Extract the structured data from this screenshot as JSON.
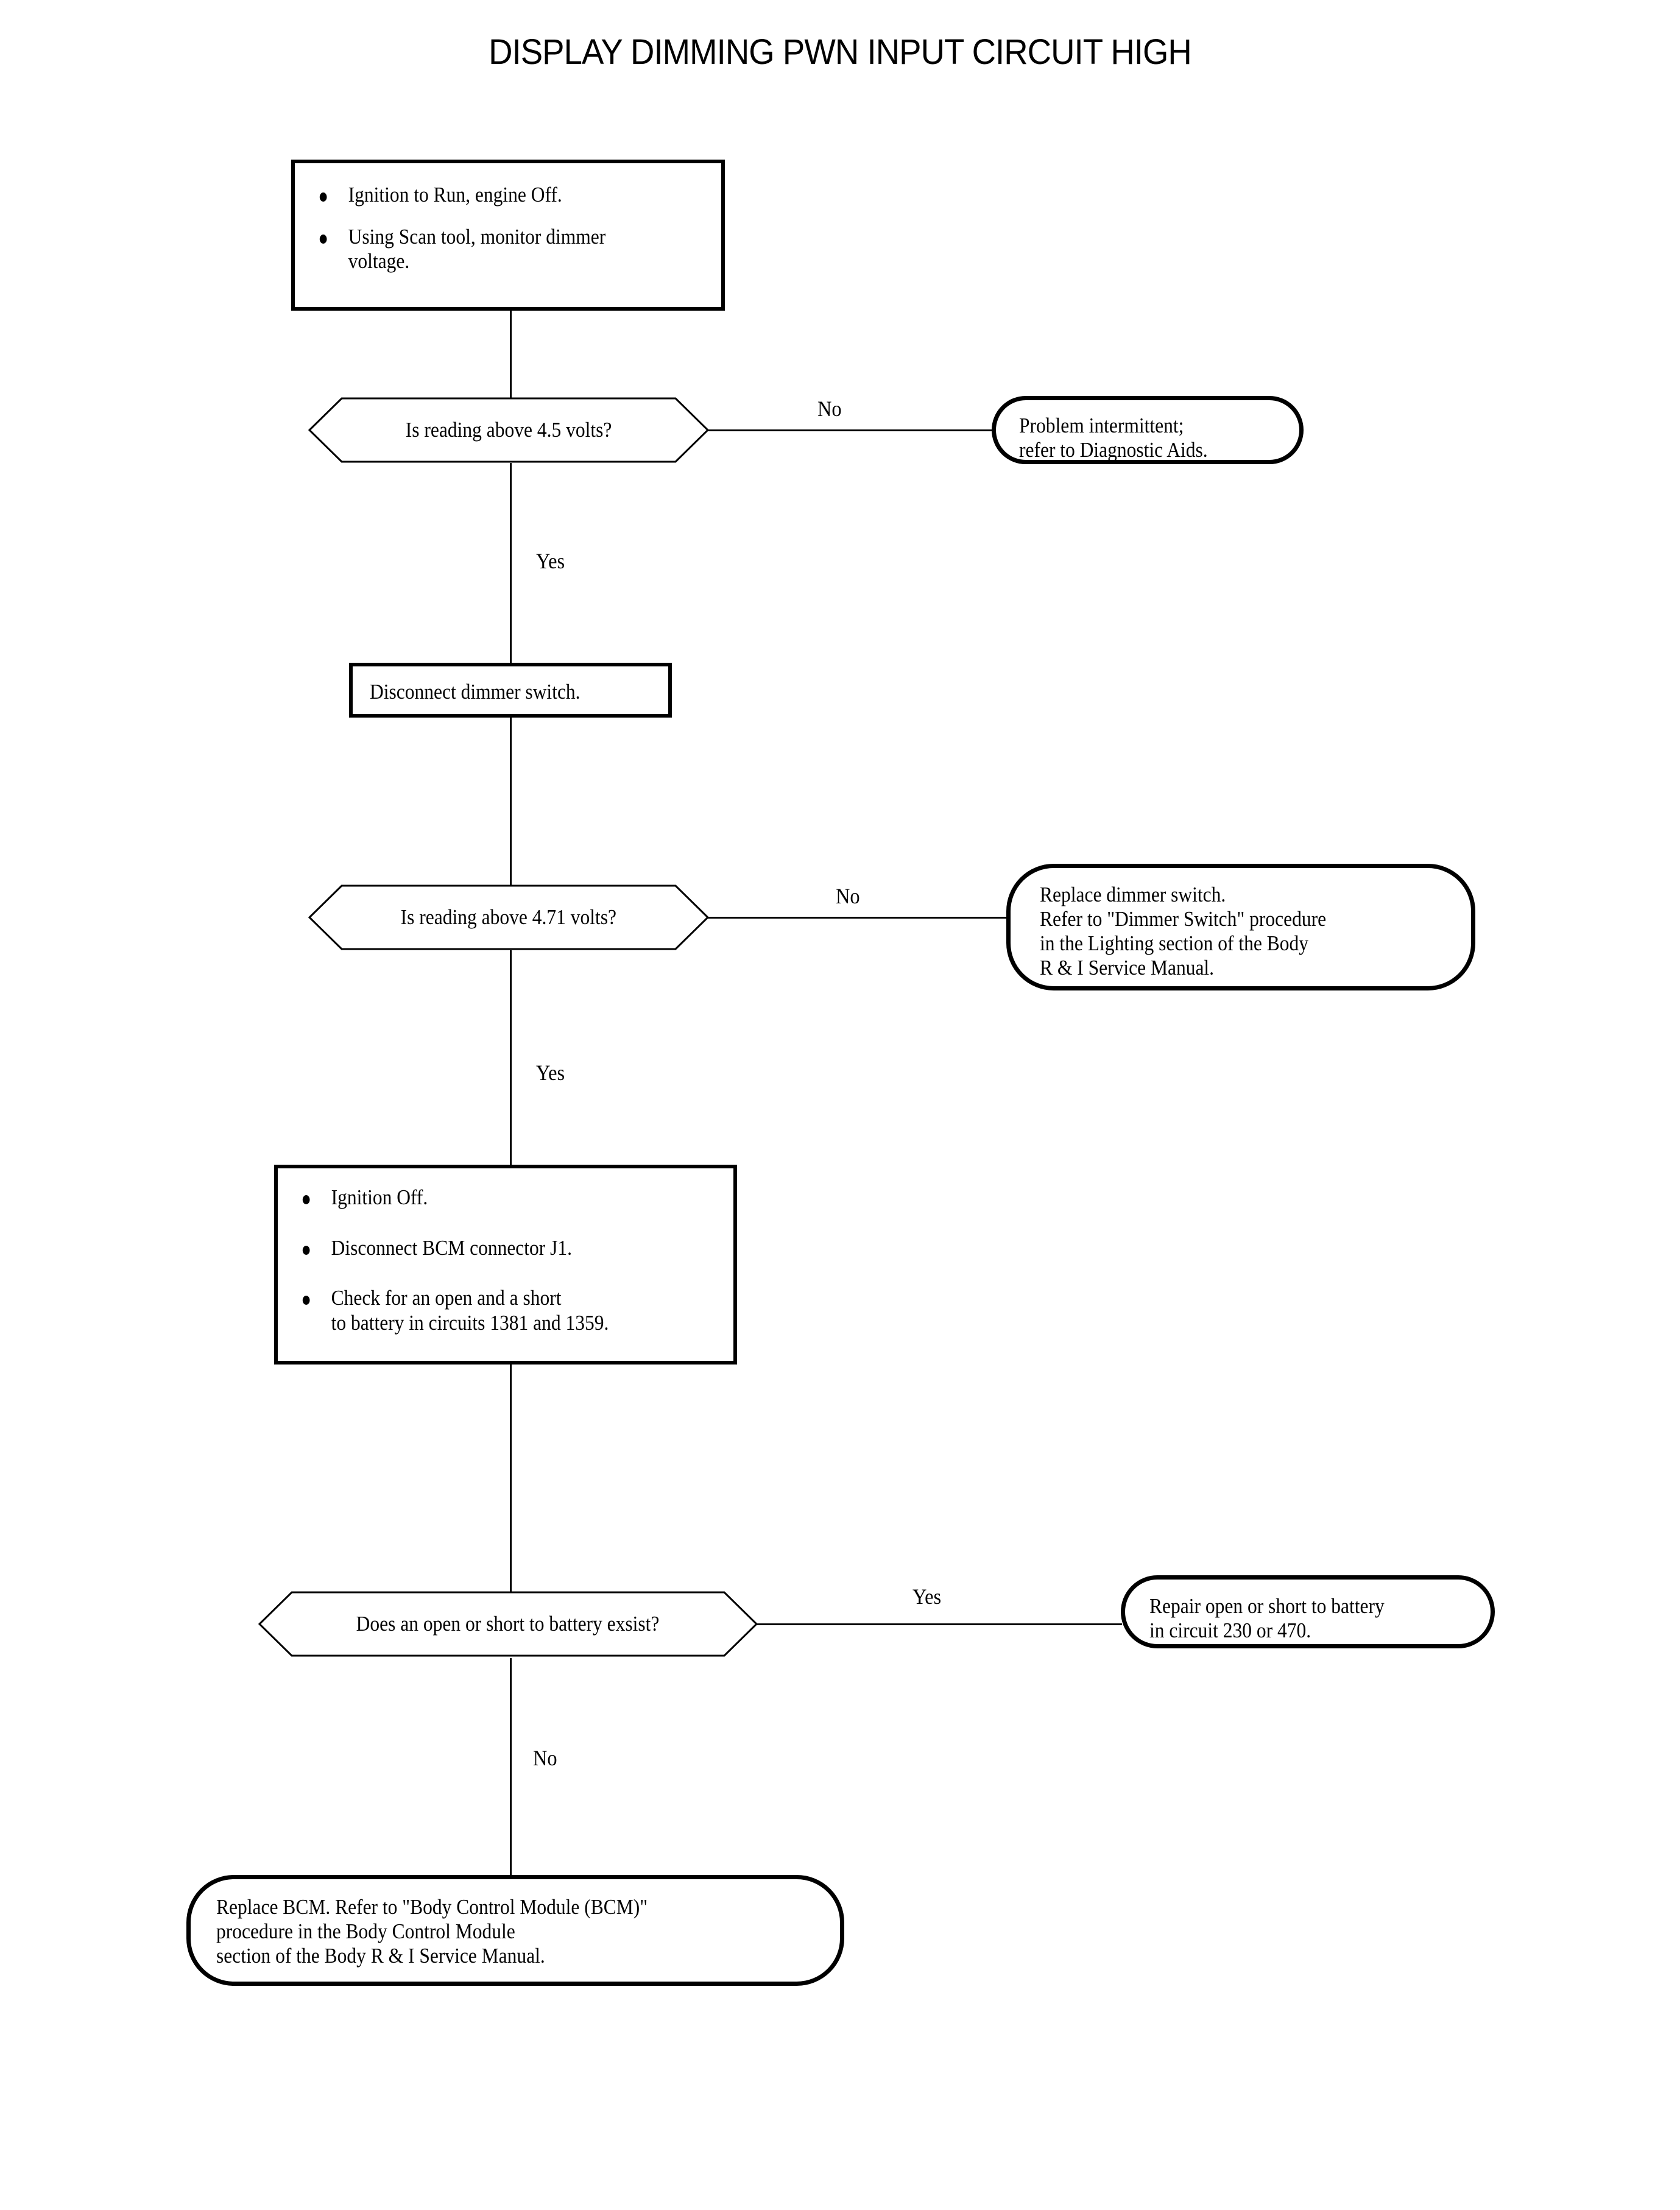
{
  "title": "DISPLAY DIMMING PWN INPUT CIRCUIT HIGH",
  "colors": {
    "ink": "#000000",
    "paper": "#ffffff"
  },
  "nodes": {
    "step1": {
      "type": "process",
      "bullets": [
        "Ignition to Run, engine Off.",
        "Using Scan tool, monitor dimmer\nvoltage."
      ]
    },
    "decision1": {
      "type": "decision",
      "text": "Is reading above 4.5 volts?"
    },
    "result1": {
      "type": "terminator",
      "text": "Problem intermittent;\nrefer to Diagnostic Aids."
    },
    "step2": {
      "type": "process",
      "text": "Disconnect dimmer switch."
    },
    "decision2": {
      "type": "decision",
      "text": "Is reading above 4.71 volts?"
    },
    "result2": {
      "type": "terminator",
      "text": "Replace dimmer switch.\nRefer to \"Dimmer Switch\" procedure\nin the Lighting section of the Body\nR & I Service Manual."
    },
    "step3": {
      "type": "process",
      "bullets": [
        "Ignition Off.",
        "Disconnect BCM connector J1.",
        "Check for an open and a short\nto battery in circuits 1381 and 1359."
      ]
    },
    "decision3": {
      "type": "decision",
      "text": "Does an open or short to battery exsist?"
    },
    "result3": {
      "type": "terminator",
      "text": "Repair open or short to battery\nin circuit 230 or 470."
    },
    "result4": {
      "type": "terminator",
      "text": "Replace BCM. Refer to \"Body Control Module (BCM)\"\nprocedure in the Body Control Module\nsection of the Body R & I Service Manual."
    }
  },
  "edges": {
    "d1_no": "No",
    "d1_yes": "Yes",
    "d2_no": "No",
    "d2_yes": "Yes",
    "d3_yes": "Yes",
    "d3_no": "No"
  }
}
